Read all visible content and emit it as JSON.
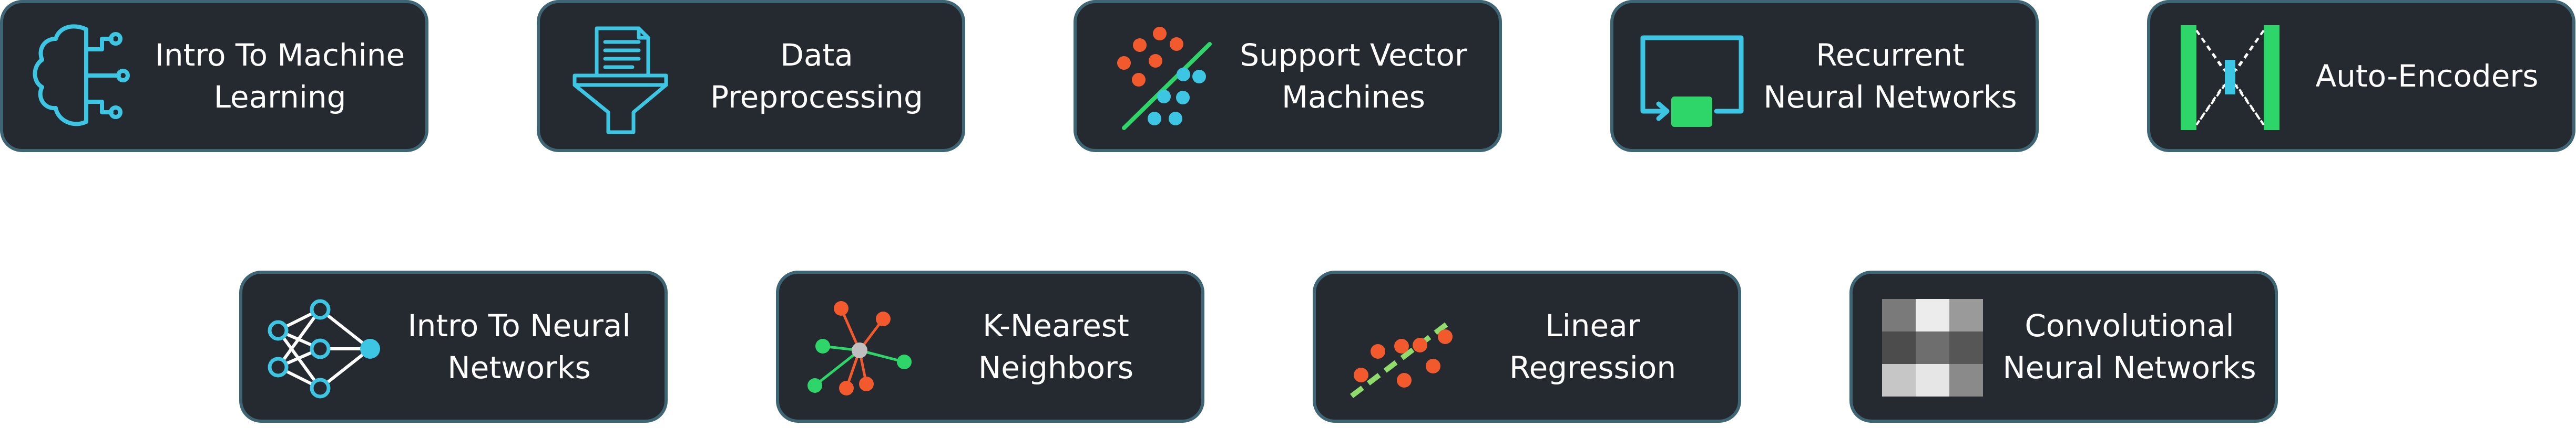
{
  "cards": [
    {
      "line1": "Intro To Machine",
      "line2": "Learning",
      "icon": "brain-circuit-icon"
    },
    {
      "line1": "Data",
      "line2": "Preprocessing",
      "icon": "document-funnel-icon"
    },
    {
      "line1": "Support Vector",
      "line2": "Machines",
      "icon": "svm-scatter-icon"
    },
    {
      "line1": "Recurrent",
      "line2": "Neural Networks",
      "icon": "recurrent-loop-icon"
    },
    {
      "line1": "Auto-Encoders",
      "line2": "",
      "icon": "autoencoder-icon"
    },
    {
      "line1": "Intro To Neural",
      "line2": "Networks",
      "icon": "neural-network-icon"
    },
    {
      "line1": "K-Nearest",
      "line2": "Neighbors",
      "icon": "knn-graph-icon"
    },
    {
      "line1": "Linear",
      "line2": "Regression",
      "icon": "regression-line-icon"
    },
    {
      "line1": "Convolutional",
      "line2": "Neural Networks",
      "icon": "pixel-grid-icon"
    }
  ],
  "colors": {
    "card_bg": "#252a31",
    "card_border": "#3d6573",
    "text": "#ffffff",
    "cyan": "#3cc6e4",
    "red": "#f25a2e",
    "green": "#2ed66a",
    "gray": "#bfbfbf"
  }
}
